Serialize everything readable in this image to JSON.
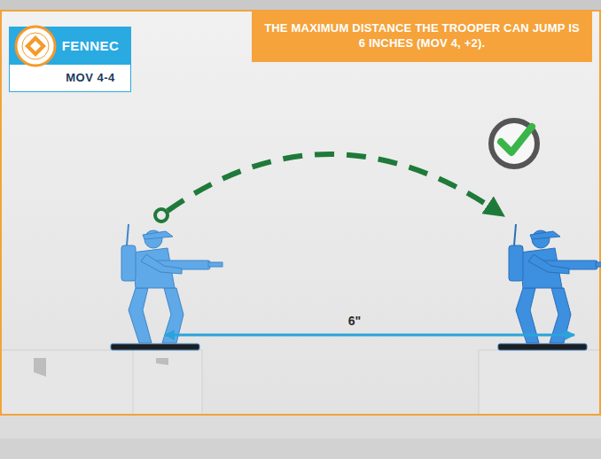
{
  "diagram": {
    "nodes": [
      {
        "text": [
          "FENNEC",
          "MOV 4-4"
        ]
      },
      {
        "text": [
          "THE MAXIMUM DISTANCE THE TROOPER CAN JUMP IS 6 INCHES (MOV 4, +2)."
        ]
      }
    ],
    "labels": [
      "6\""
    ]
  }
}
